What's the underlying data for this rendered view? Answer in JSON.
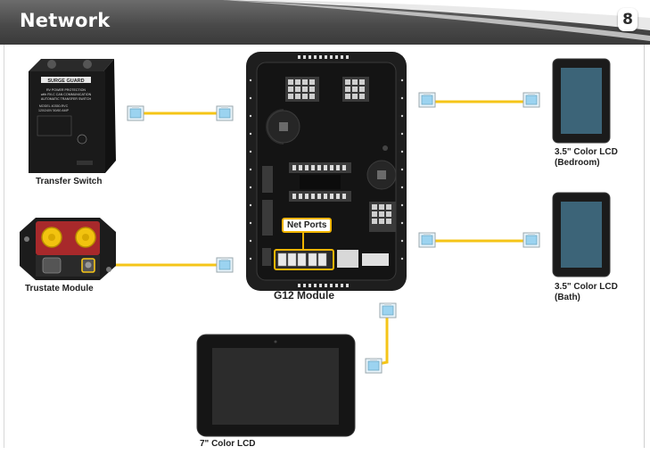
{
  "header": {
    "title": "Network",
    "page_number": "8"
  },
  "colors": {
    "header_bg": "#4a4a4a",
    "cable": "#f5c518",
    "net_ports_border": "#f0b400",
    "connector": "#9bd3f0"
  },
  "components": {
    "transfer_switch": {
      "label": "Transfer Switch",
      "brand": "SURGE GUARD",
      "lines": [
        "RV POWER PROTECTION",
        "with RV-C CAN COMMUNICATION",
        "AUTOMATIC TRANSFER SWITCH",
        "MODEL 40350-RVC",
        "120/240V 50/60 AMP"
      ]
    },
    "trustate_module": {
      "label": "Trustate Module"
    },
    "g12_module": {
      "label": "G12 Module",
      "callout": "Net Ports"
    },
    "lcd_bedroom": {
      "label_line1": "3.5\" Color LCD",
      "label_line2": "(Bedroom)"
    },
    "lcd_bath": {
      "label_line1": "3.5\" Color LCD",
      "label_line2": "(Bath)"
    },
    "lcd_7": {
      "label": "7\" Color LCD"
    }
  }
}
